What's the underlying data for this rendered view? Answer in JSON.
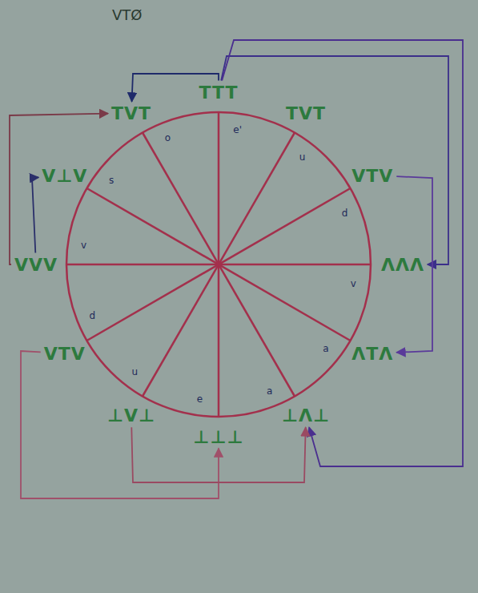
{
  "diagram": {
    "title": "VTØ",
    "nodes": [
      {
        "text": [
          "TTT"
        ]
      },
      {
        "text": [
          "TVT"
        ]
      },
      {
        "text": [
          "VTV"
        ]
      },
      {
        "text": [
          "ΛΛΛ"
        ]
      },
      {
        "text": [
          "ΛTΛ"
        ]
      },
      {
        "text": [
          "⊥Λ⊥"
        ]
      },
      {
        "text": [
          "⊥⊥⊥"
        ]
      },
      {
        "text": [
          "⊥V⊥"
        ]
      },
      {
        "text": [
          "VTV"
        ]
      },
      {
        "text": [
          "VVV"
        ]
      },
      {
        "text": [
          "V⊥V"
        ]
      },
      {
        "text": [
          "TVT"
        ]
      }
    ],
    "edges": [
      {
        "from": 0,
        "to": 11,
        "arrow": "to"
      },
      {
        "from": 0,
        "to": 3,
        "arrow": "to"
      },
      {
        "from": 0,
        "to": 5,
        "arrow": "to"
      },
      {
        "from": 9,
        "to": 11,
        "arrow": "to"
      },
      {
        "from": 9,
        "to": 10,
        "arrow": "to"
      },
      {
        "from": 8,
        "to": 6,
        "arrow": "to"
      },
      {
        "from": 7,
        "to": 5,
        "arrow": "to"
      },
      {
        "from": 2,
        "to": 4,
        "arrow": "to"
      }
    ],
    "labels": [
      "e'",
      "u",
      "d",
      "v",
      "a",
      "a",
      "e",
      "u",
      "d",
      "v",
      "s",
      "o"
    ]
  }
}
